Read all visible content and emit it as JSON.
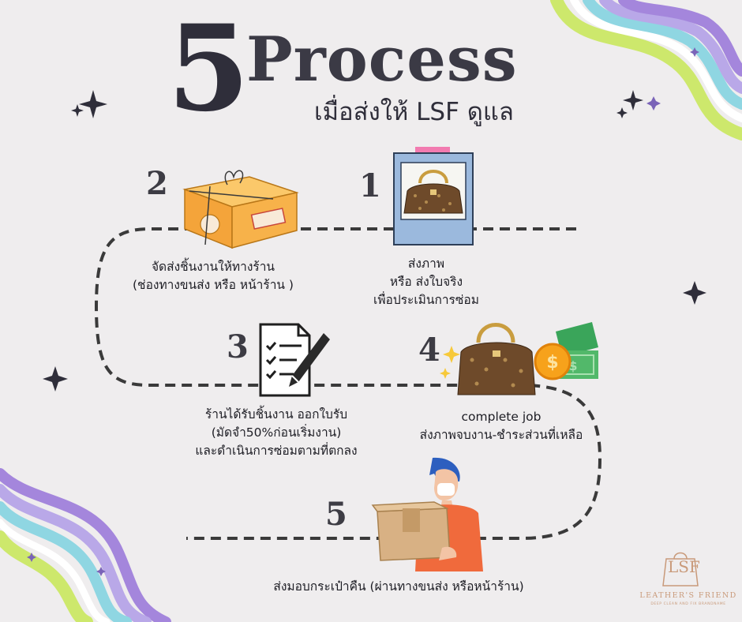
{
  "header": {
    "number": "5",
    "title": "Process",
    "subtitle": "เมื่อส่งให้ LSF ดูแล"
  },
  "steps": [
    {
      "number": "1",
      "lines": [
        "ส่งภาพ",
        "หรือ ส่งใบจริง",
        "เพื่อประเมินการซ่อม"
      ]
    },
    {
      "number": "2",
      "lines": [
        "จัดส่งชิ้นงานให้ทางร้าน",
        "(ช่องทางขนส่ง หรือ หน้าร้าน )"
      ]
    },
    {
      "number": "3",
      "lines": [
        "ร้านได้รับชิ้นงาน ออกใบรับ",
        "(มัดจำ50%ก่อนเริ่มงาน)",
        "และดำเนินการซ่อมตามที่ตกลง"
      ]
    },
    {
      "number": "4",
      "lines": [
        "complete job",
        "ส่งภาพจบงาน-ชำระส่วนที่เหลือ"
      ]
    },
    {
      "number": "5",
      "lines": [
        "ส่งมอบกระเป๋าคืน (ผ่านทางขนส่ง หรือหน้าร้าน)"
      ]
    }
  ],
  "brand": {
    "monogram": "LSF",
    "name": "LEATHER'S FRIEND",
    "tagline": "DEEP CLEAN AND FIX BRANDNAME"
  },
  "icons": {
    "photo": "bag-photo-icon",
    "box": "parcel-box-icon",
    "receipt": "checklist-pen-icon",
    "complete": "bag-money-icon",
    "delivery": "delivery-person-icon"
  },
  "colors": {
    "background": "#efedee",
    "text": "#2f2e3a",
    "dash": "#3a3a3a",
    "box": "#f7b24a",
    "brand": "#c99a7a",
    "money": "#3aa55a",
    "coin": "#f7a21b",
    "shirt": "#f06a3c"
  }
}
